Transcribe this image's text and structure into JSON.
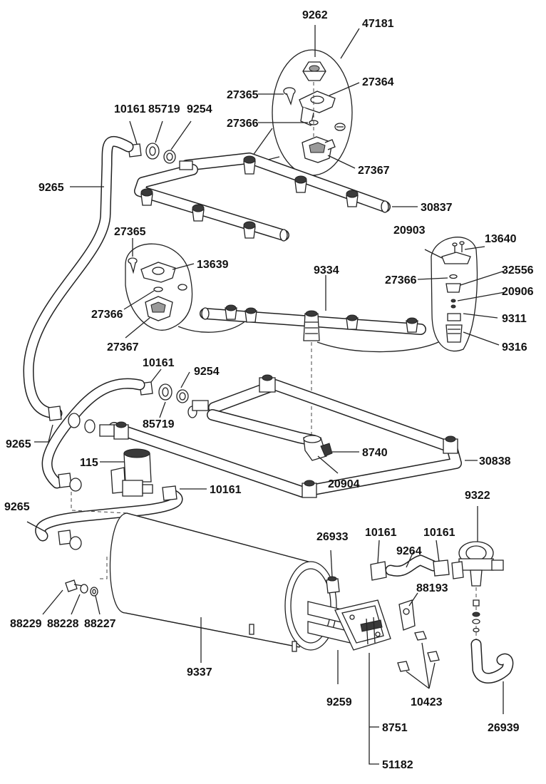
{
  "parts": {
    "p9262": "9262",
    "p47181": "47181",
    "p27364": "27364",
    "p27365_top": "27365",
    "p27366_top": "27366",
    "p27367_top": "27367",
    "p10161_top": "10161",
    "p85719_top": "85719",
    "p9254_top": "9254",
    "p9265_top": "9265",
    "p30837": "30837",
    "p20903": "20903",
    "p13640": "13640",
    "p27365_mid": "27365",
    "p13639": "13639",
    "p27366_mid": "27366",
    "p27367_mid": "27367",
    "p9334": "9334",
    "p27366_right": "27366",
    "p32556": "32556",
    "p20906": "20906",
    "p9311": "9311",
    "p9316": "9316",
    "p10161_mid": "10161",
    "p9254_mid": "9254",
    "p85719_mid": "85719",
    "p9265_mid": "9265",
    "p115": "115",
    "p8740": "8740",
    "p30838": "30838",
    "p20904": "20904",
    "p10161_valve": "10161",
    "p9265_low": "9265",
    "p9322": "9322",
    "p26933": "26933",
    "p10161_a": "10161",
    "p10161_b": "10161",
    "p9264": "9264",
    "p88193": "88193",
    "p88229": "88229",
    "p88228": "88228",
    "p88227": "88227",
    "p9337": "9337",
    "p9259": "9259",
    "p10423": "10423",
    "p8751": "8751",
    "p51182": "51182",
    "p26939": "26939"
  }
}
